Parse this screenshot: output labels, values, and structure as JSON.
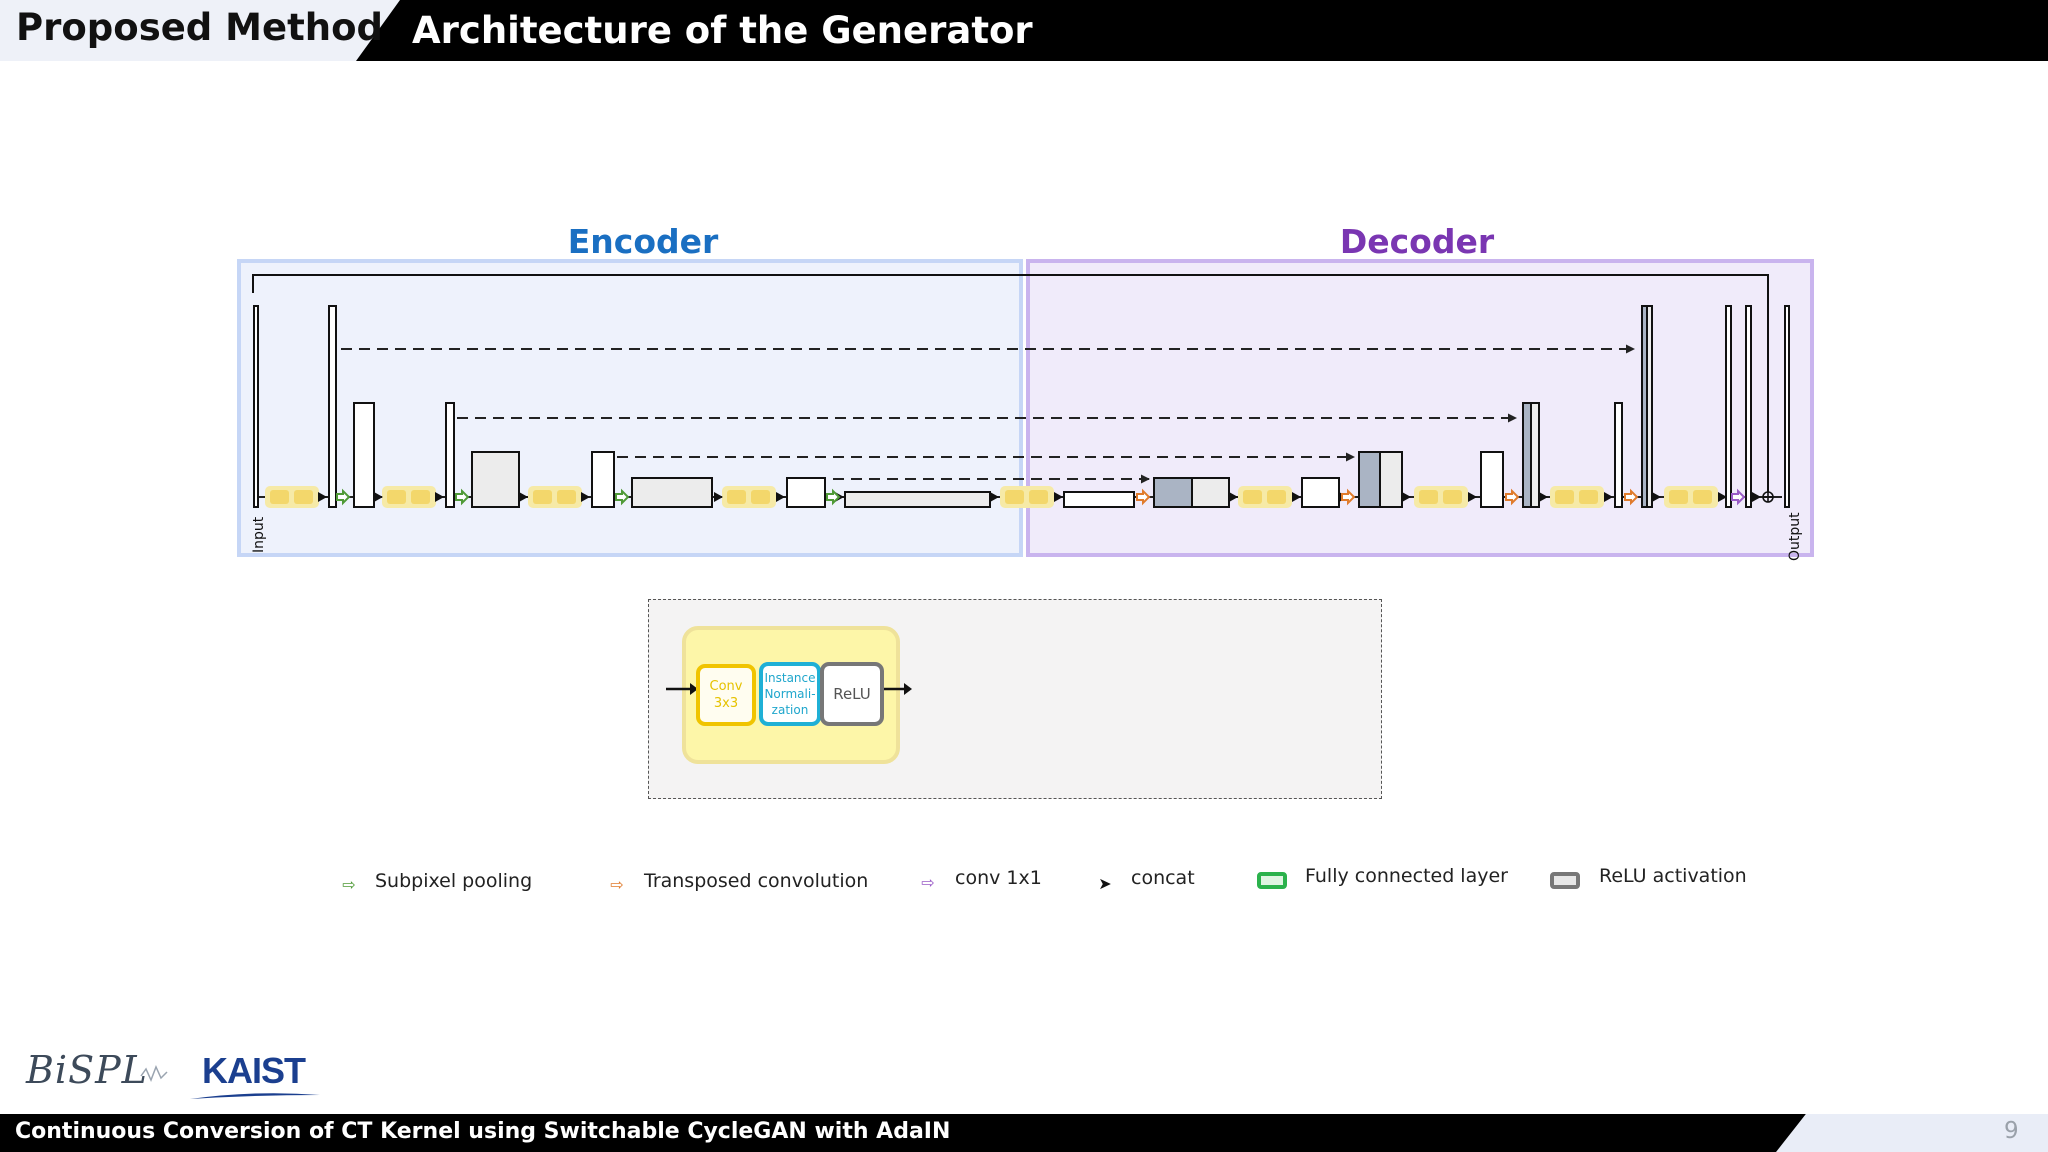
{
  "header": {
    "section": "Proposed Method",
    "title": "Architecture of the Generator"
  },
  "diagram": {
    "encoder_label": "Encoder",
    "decoder_label": "Decoder",
    "input_label": "Input",
    "output_label": "Output"
  },
  "block_detail": {
    "conv_line1": "Conv",
    "conv_line2": "3x3",
    "norm_line1": "Instance",
    "norm_line2": "Normali-",
    "norm_line3": "zation",
    "relu": "ReLU"
  },
  "legend": [
    {
      "label": "Subpixel pooling",
      "color": "#4f9a37"
    },
    {
      "label": "Transposed convolution",
      "color": "#e07b2c"
    },
    {
      "label": "conv 1x1",
      "color": "#9a5cc7"
    },
    {
      "label": "concat",
      "color": "#111111"
    },
    {
      "label": "Fully connected layer",
      "color": "#2bb24c"
    },
    {
      "label": "ReLU activation",
      "color": "#777777"
    }
  ],
  "logos": {
    "bispl": "BiSPL",
    "kaist": "KAIST"
  },
  "footer": {
    "text": "Continuous Conversion of CT Kernel using Switchable CycleGAN with AdaIN",
    "page": "9"
  }
}
